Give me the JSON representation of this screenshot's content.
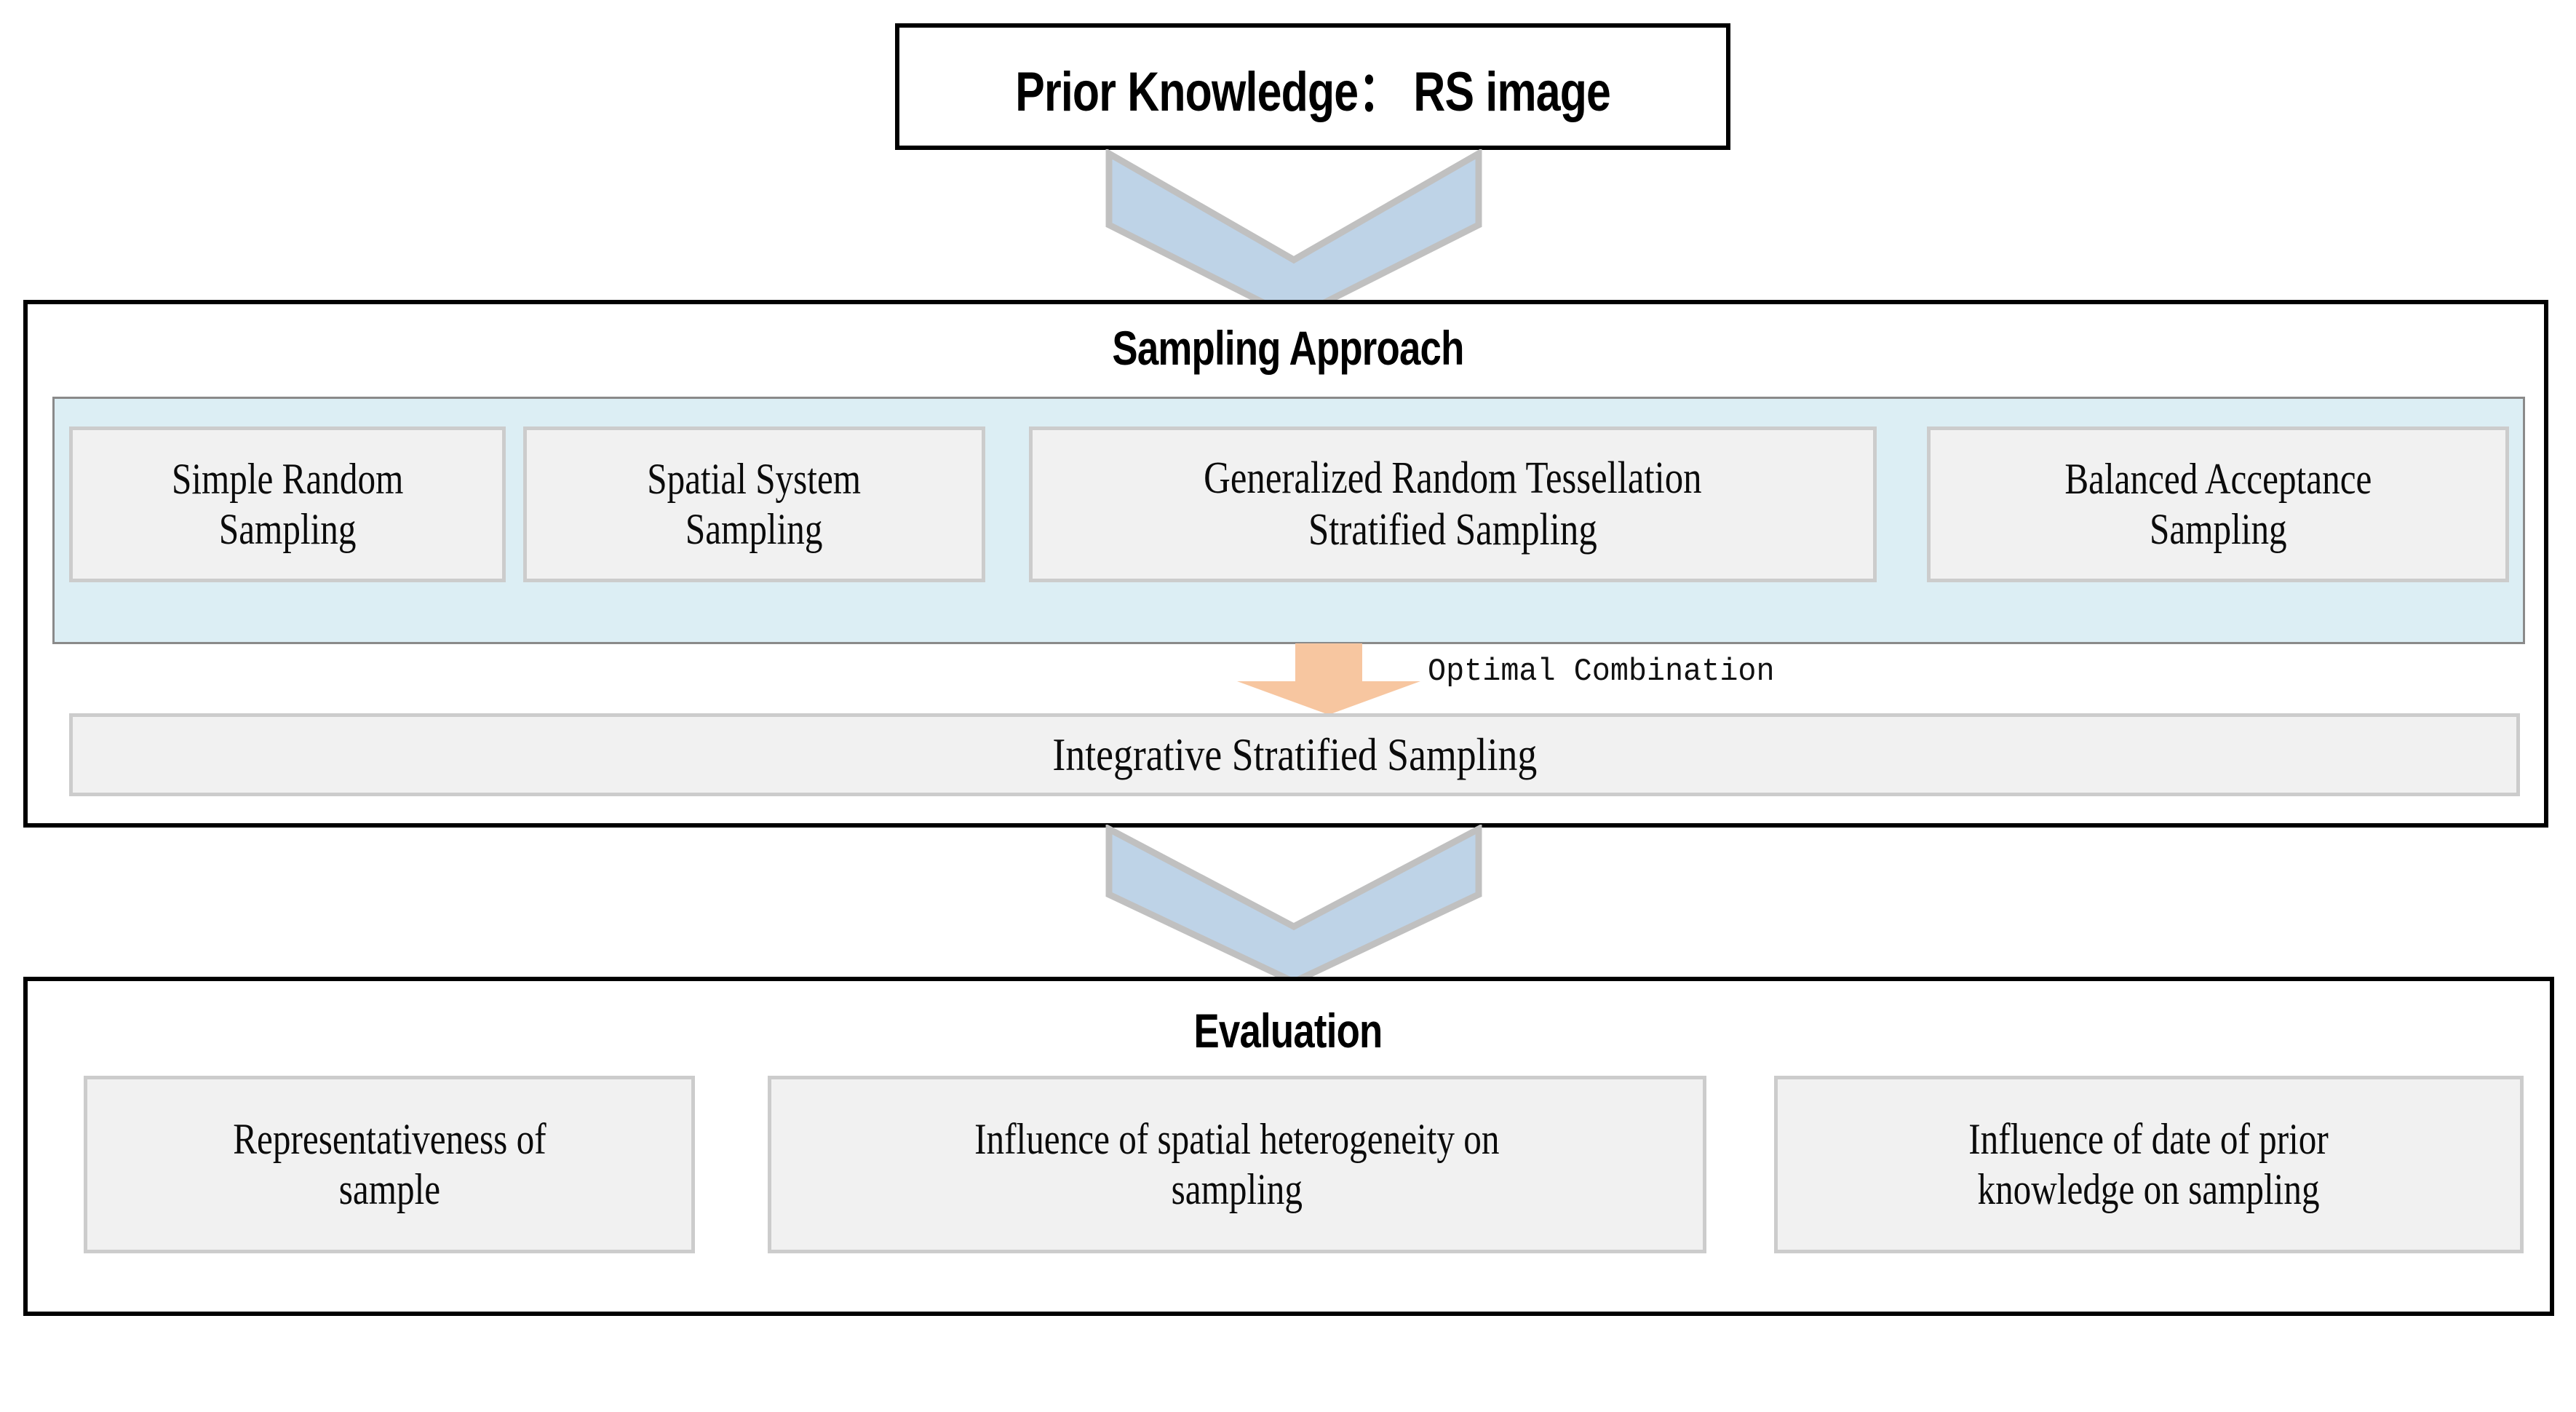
{
  "diagram": {
    "top_box": {
      "label": "Prior Knowledge： RS image"
    },
    "sampling_section": {
      "heading": "Sampling Approach",
      "methods": [
        {
          "label": "Simple Random\nSampling"
        },
        {
          "label": "Spatial System\nSampling"
        },
        {
          "label": "Generalized Random Tessellation\nStratified Sampling"
        },
        {
          "label": "Balanced Acceptance\nSampling"
        }
      ],
      "connector_label": "Optimal Combination",
      "result": {
        "label": "Integrative Stratified Sampling"
      }
    },
    "evaluation_section": {
      "heading": "Evaluation",
      "criteria": [
        {
          "label": "Representativeness of\nsample"
        },
        {
          "label": "Influence of spatial heterogeneity on\nsampling"
        },
        {
          "label": "Influence of date of prior\nknowledge on sampling"
        }
      ]
    },
    "colors": {
      "chevron_fill": "#bed3e7",
      "chevron_stroke": "#c0c0c0",
      "panel_fill": "#dceef4",
      "box_fill": "#f1f1f1",
      "box_stroke": "#cccccc",
      "arrow_fill": "#f7c6a0",
      "outline": "#000000"
    }
  }
}
